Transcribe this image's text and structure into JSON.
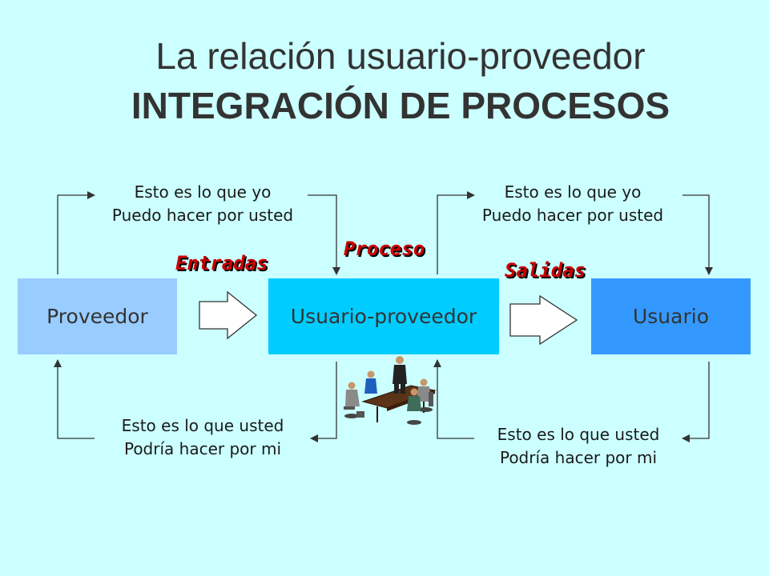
{
  "title": {
    "line1": "La relación usuario-proveedor",
    "line2": "INTEGRACIÓN DE PROCESOS"
  },
  "nodes": {
    "proveedor": "Proveedor",
    "usuario_proveedor": "Usuario-proveedor",
    "usuario": "Usuario"
  },
  "labels": {
    "entradas": "Entradas",
    "proceso": "Proceso",
    "salidas": "Salidas"
  },
  "captions": {
    "top_left": {
      "line1": "Esto es lo que yo",
      "line2": "Puedo hacer por usted"
    },
    "top_right": {
      "line1": "Esto es lo que yo",
      "line2": "Puedo hacer por usted"
    },
    "bottom_left": {
      "line1": "Esto es lo que usted",
      "line2": "Podría hacer por mi"
    },
    "bottom_right": {
      "line1": "Esto es lo que usted",
      "line2": "Podría hacer por mi"
    }
  },
  "colors": {
    "background": "#ccffff",
    "proveedor": "#99ccff",
    "usuario_proveedor": "#00ccff",
    "usuario": "#3399ff",
    "label_red": "#cc0000"
  },
  "icons": {
    "meeting": "meeting-people-icon"
  }
}
